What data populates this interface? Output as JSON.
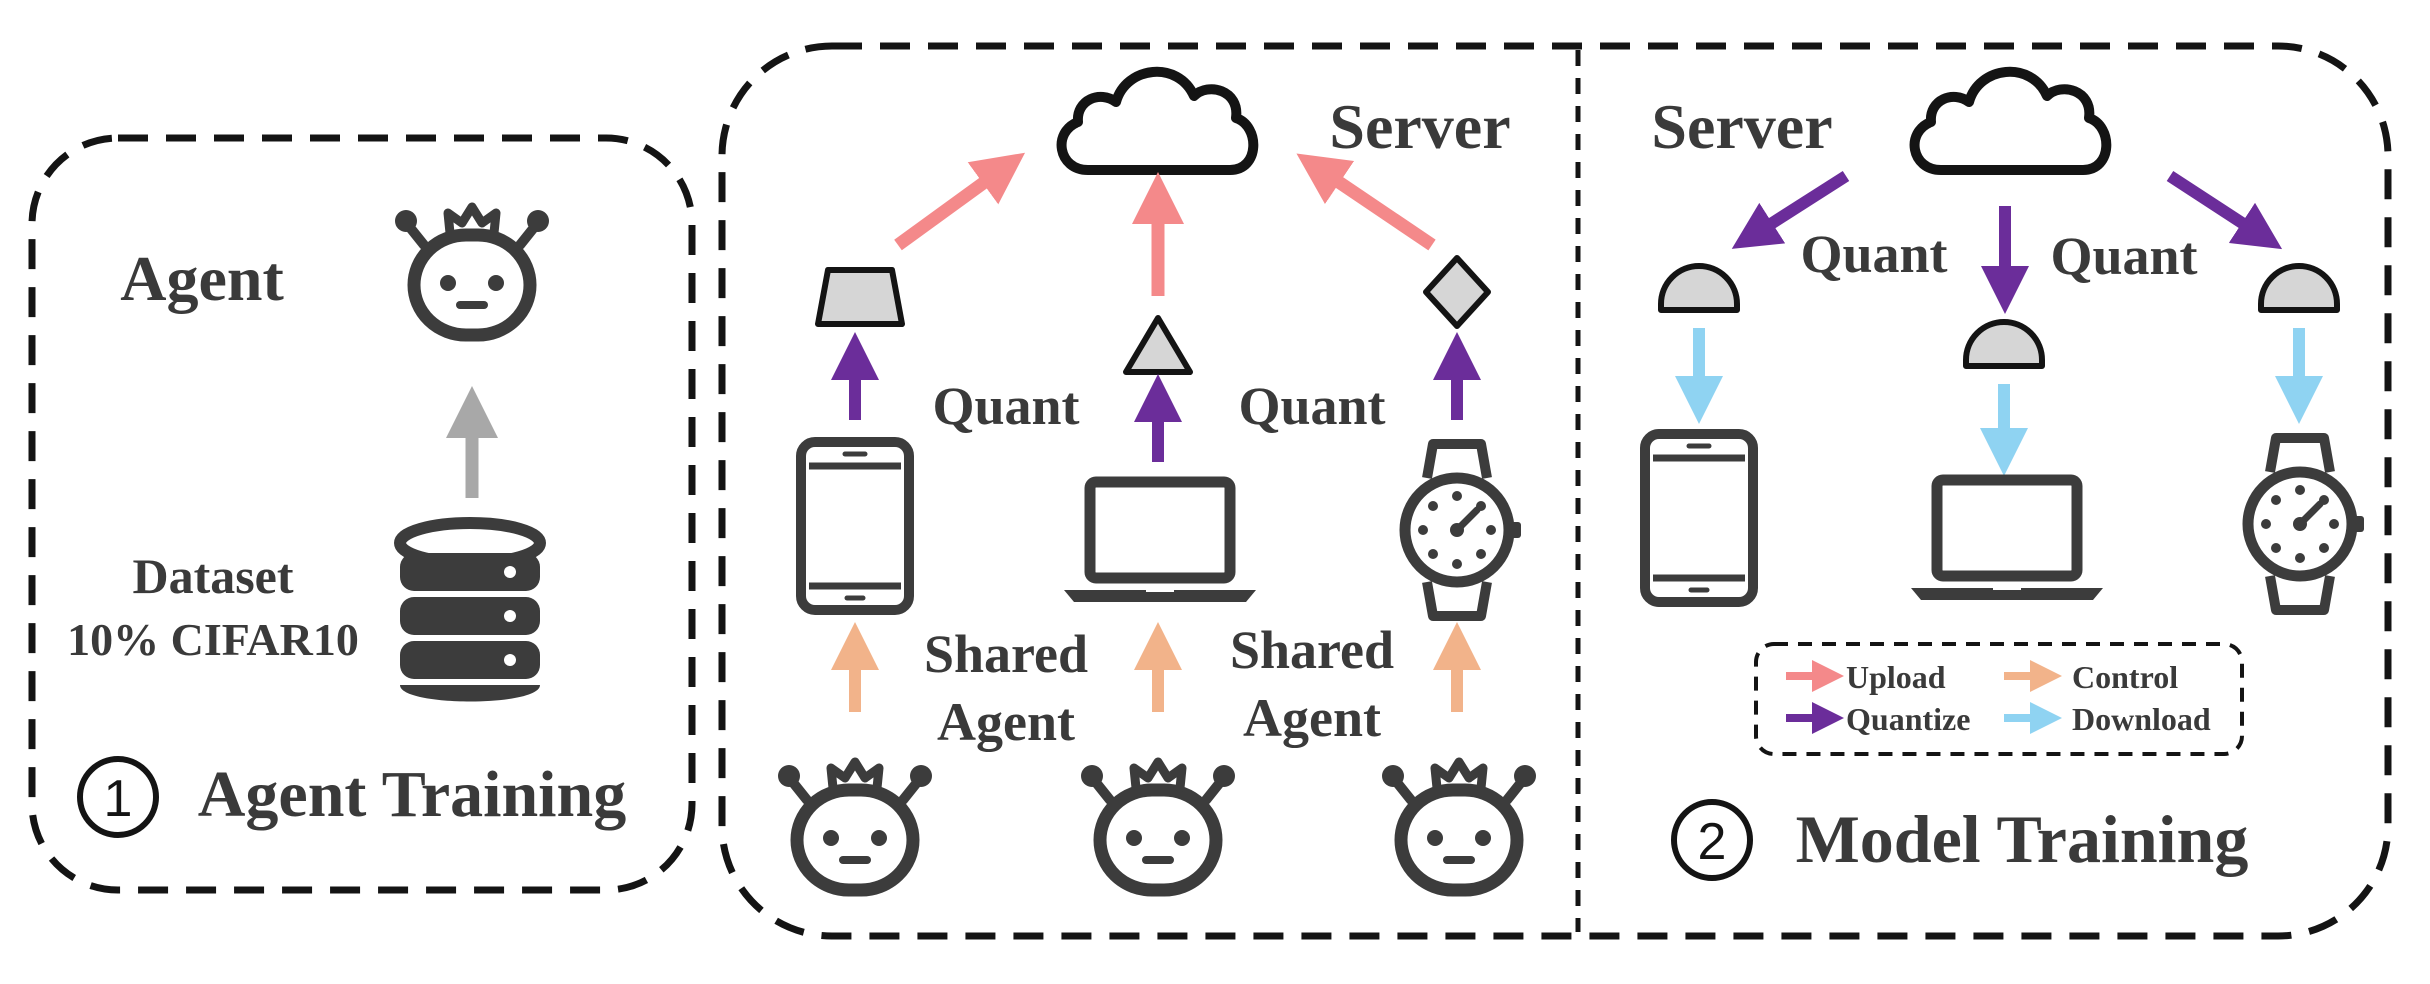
{
  "panel1": {
    "agent_label": "Agent",
    "dataset_label_line1": "Dataset",
    "dataset_label_line2": "10% CIFAR10",
    "step_number": "1",
    "title": "Agent Training"
  },
  "panel_upload": {
    "server_label": "Server",
    "quant_label_left": "Quant",
    "quant_label_right": "Quant",
    "shared_agent_left_line1": "Shared",
    "shared_agent_left_line2": "Agent",
    "shared_agent_right_line1": "Shared",
    "shared_agent_right_line2": "Agent"
  },
  "panel2": {
    "server_label": "Server",
    "quant_label_left": "Quant",
    "quant_label_right": "Quant",
    "step_number": "2",
    "title": "Model Training"
  },
  "legend": {
    "upload": "Upload",
    "control": "Control",
    "quantize": "Quantize",
    "download": "Download"
  },
  "colors": {
    "upload": "#f4898a",
    "quantize": "#6b2d9a",
    "control": "#f2b38a",
    "download": "#8fd3f2",
    "gray_arrow": "#a8a8a8",
    "icon": "#3c3c3c"
  },
  "icons": {
    "agent": "robot-face-icon",
    "dataset": "database-icon",
    "server": "cloud-icon",
    "phone": "smartphone-icon",
    "laptop": "laptop-icon",
    "watch": "smartwatch-icon",
    "quantized_model_1": "trapezoid-icon",
    "quantized_model_2": "triangle-icon",
    "quantized_model_3": "diamond-icon",
    "global_model": "half-circle-icon"
  }
}
